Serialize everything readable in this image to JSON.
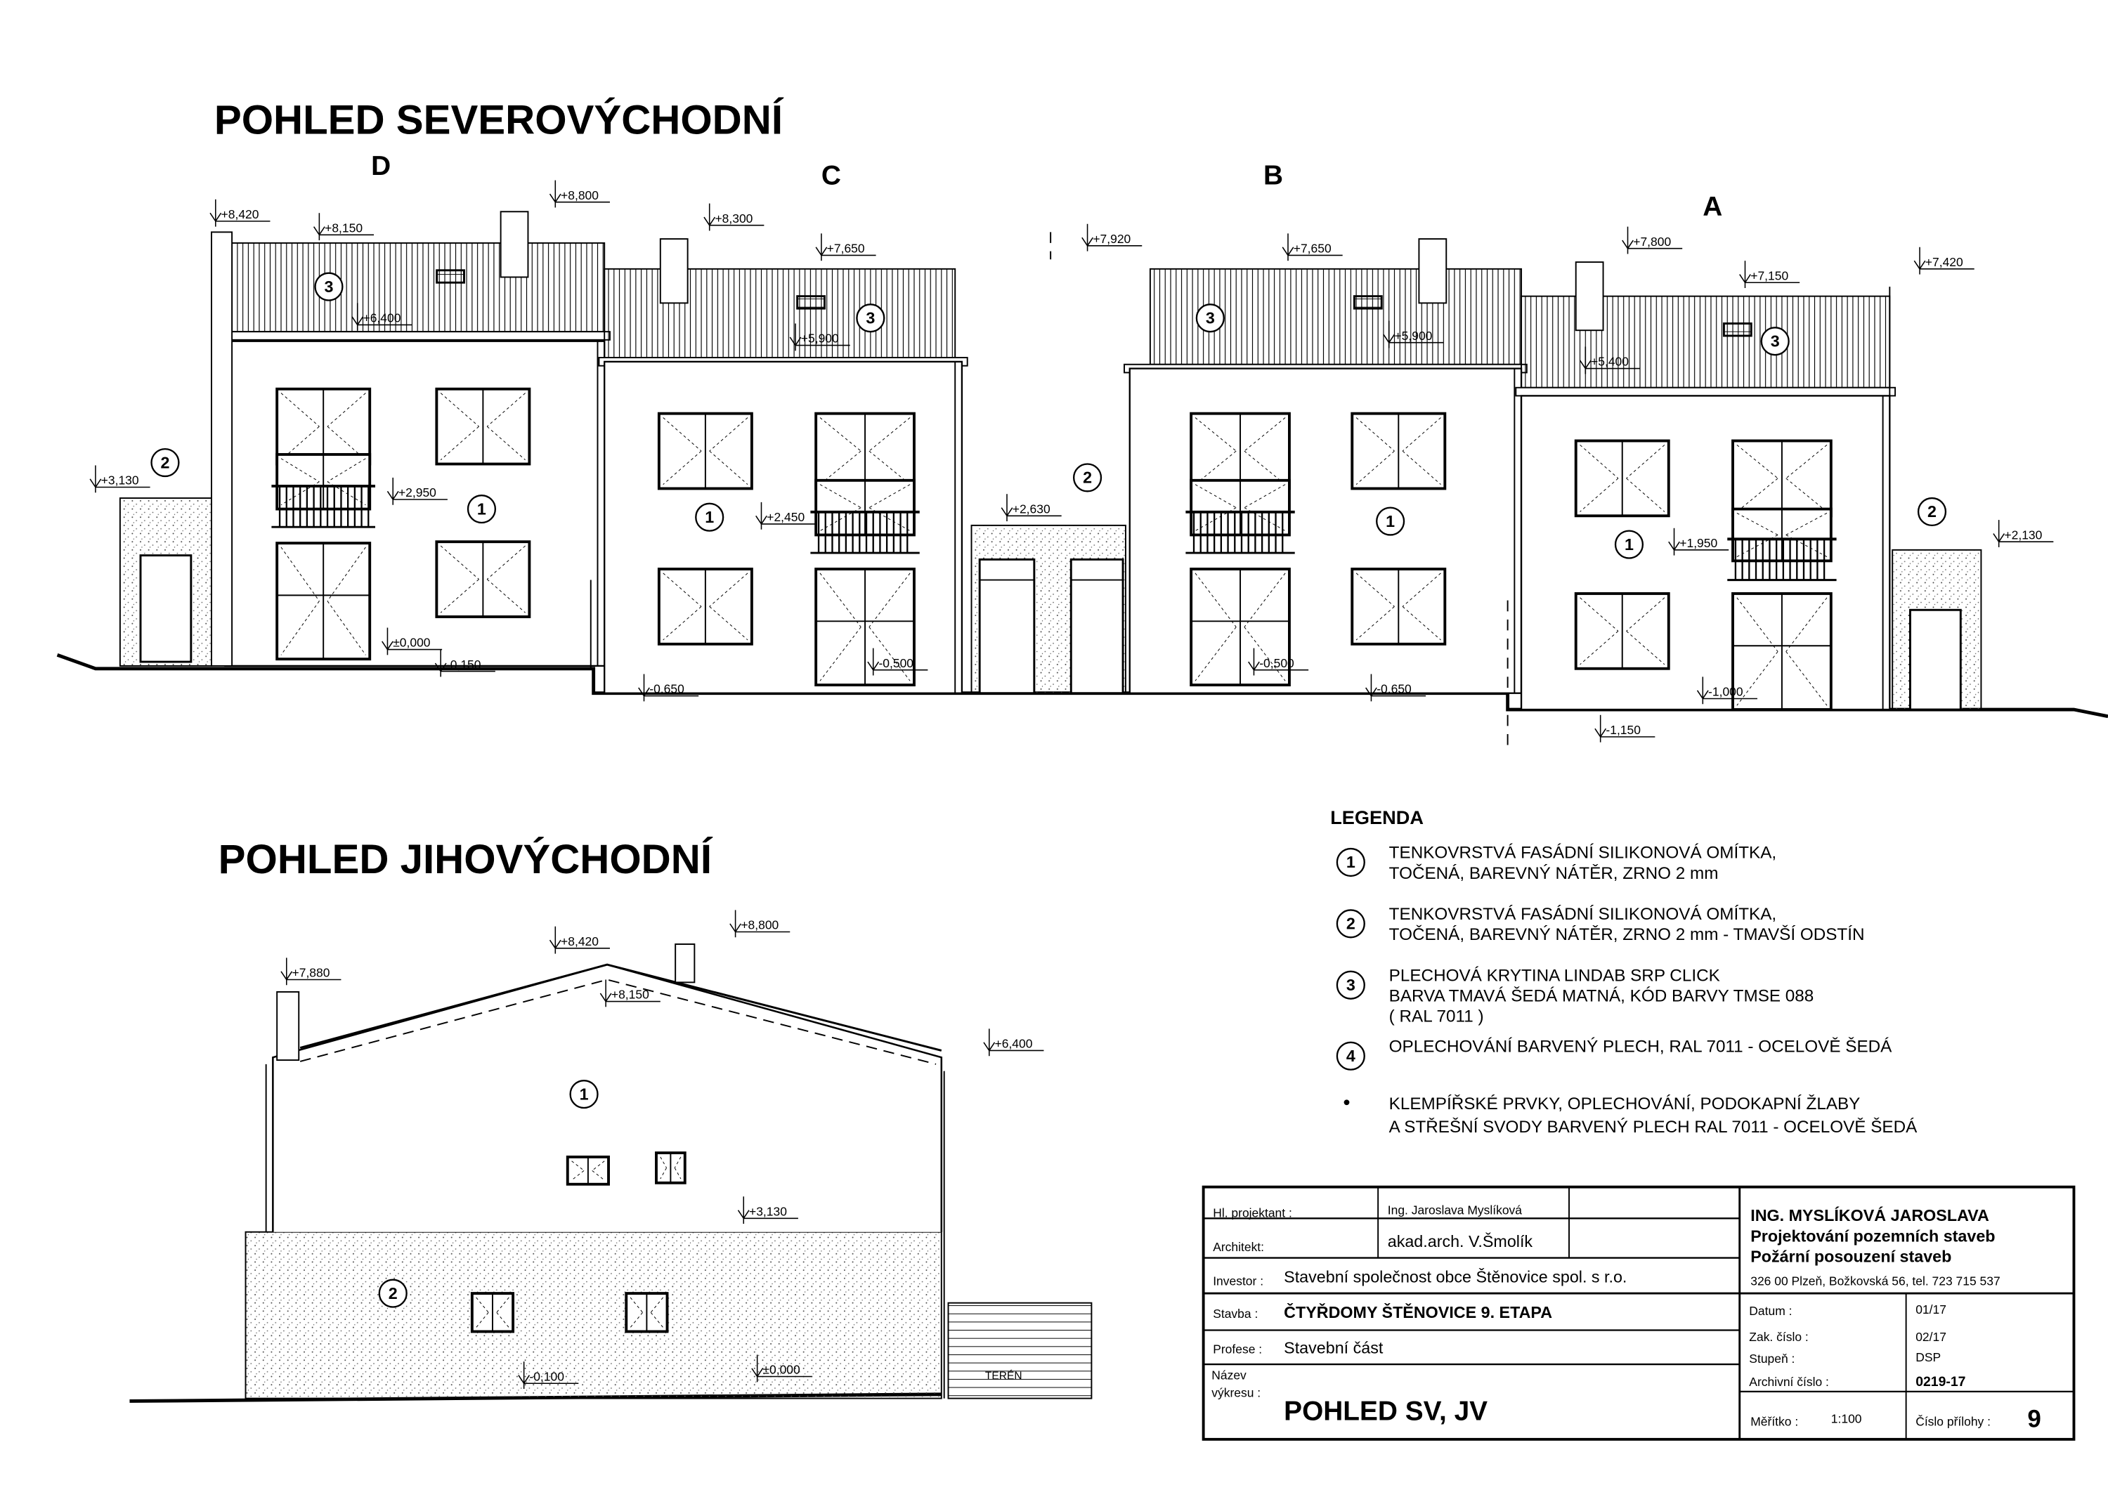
{
  "titles": {
    "north_east": "POHLED SEVEROVÝCHODNÍ",
    "south_east": "POHLED JIHOVÝCHODNÍ"
  },
  "house_letters": [
    "D",
    "C",
    "B",
    "A"
  ],
  "top_levels": [
    "+8,420",
    "+8,150",
    "+6,400",
    "+8,800",
    "+8,300",
    "+7,650",
    "+5,900",
    "+7,920",
    "+7,650",
    "+5,900",
    "+7,800",
    "+7,150",
    "+5,400",
    "+7,420",
    "+3,130",
    "+2,950",
    "±0,000",
    "-0,150",
    "+2,450",
    "-0,500",
    "-0,650",
    "+2,630",
    "-0,500",
    "-0,650",
    "+1,950",
    "-1,000",
    "-1,150",
    "+2,130"
  ],
  "bottom_levels": [
    "+7,880",
    "+8,420",
    "+8,150",
    "+8,800",
    "+6,400",
    "+3,130",
    "-0,100",
    "±0,000"
  ],
  "terrain_label": "TERÉN",
  "legend": {
    "title": "LEGENDA",
    "items": [
      {
        "num": "1",
        "lines": [
          "TENKOVRSTVÁ FASÁDNÍ SILIKONOVÁ OMÍTKA,",
          "TOČENÁ, BAREVNÝ NÁTĚR, ZRNO 2 mm"
        ]
      },
      {
        "num": "2",
        "lines": [
          "TENKOVRSTVÁ FASÁDNÍ SILIKONOVÁ OMÍTKA,",
          "TOČENÁ, BAREVNÝ NÁTĚR, ZRNO 2 mm - TMAVŠÍ ODSTÍN"
        ]
      },
      {
        "num": "3",
        "lines": [
          "PLECHOVÁ KRYTINA LINDAB SRP CLICK",
          "BARVA TMAVÁ ŠEDÁ MATNÁ, KÓD BARVY TMSE 088",
          "( RAL 7011 )"
        ]
      },
      {
        "num": "4",
        "lines": [
          "OPLECHOVÁNÍ BARVENÝ PLECH,  RAL 7011 - OCELOVĚ ŠEDÁ"
        ]
      }
    ],
    "note_lines": [
      "KLEMPÍŘSKÉ PRVKY, OPLECHOVÁNÍ, PODOKAPNÍ ŽLABY",
      "A STŘEŠNÍ SVODY BARVENÝ PLECH RAL 7011 - OCELOVĚ ŠEDÁ"
    ]
  },
  "title_block": {
    "hl_projektant_label": "Hl. projektant :",
    "hl_projektant": "Ing. Jaroslava Myslíková",
    "architekt_label": "Architekt:",
    "architekt": "akad.arch. V.Šmolík",
    "investor_label": "Investor :",
    "investor": "Stavební společnost obce Štěnovice spol. s r.o.",
    "stavba_label": "Stavba :",
    "stavba": "ČTYŘDOMY ŠTĚNOVICE 9. ETAPA",
    "profese_label": "Profese :",
    "profese": "Stavební část",
    "nazev_label_1": "Název",
    "nazev_label_2": "výkresu :",
    "nazev": "POHLED SV, JV",
    "company_1": "ING. MYSLÍKOVÁ  JAROSLAVA",
    "company_2": "Projektování pozemních staveb",
    "company_3": "Požární posouzení staveb",
    "company_address": "326 00 Plzeň, Božkovská 56, tel. 723 715 537",
    "datum_label": "Datum :",
    "datum": "01/17",
    "zak_label": "Zak. číslo :",
    "zak": "02/17",
    "stupen_label": "Stupeň :",
    "stupen": "DSP",
    "archiv_label": "Archivní číslo :",
    "archiv": "0219-17",
    "meritko_label": "Měřítko :",
    "meritko": "1:100",
    "priloha_label": "Číslo přílohy :",
    "priloha": "9"
  }
}
